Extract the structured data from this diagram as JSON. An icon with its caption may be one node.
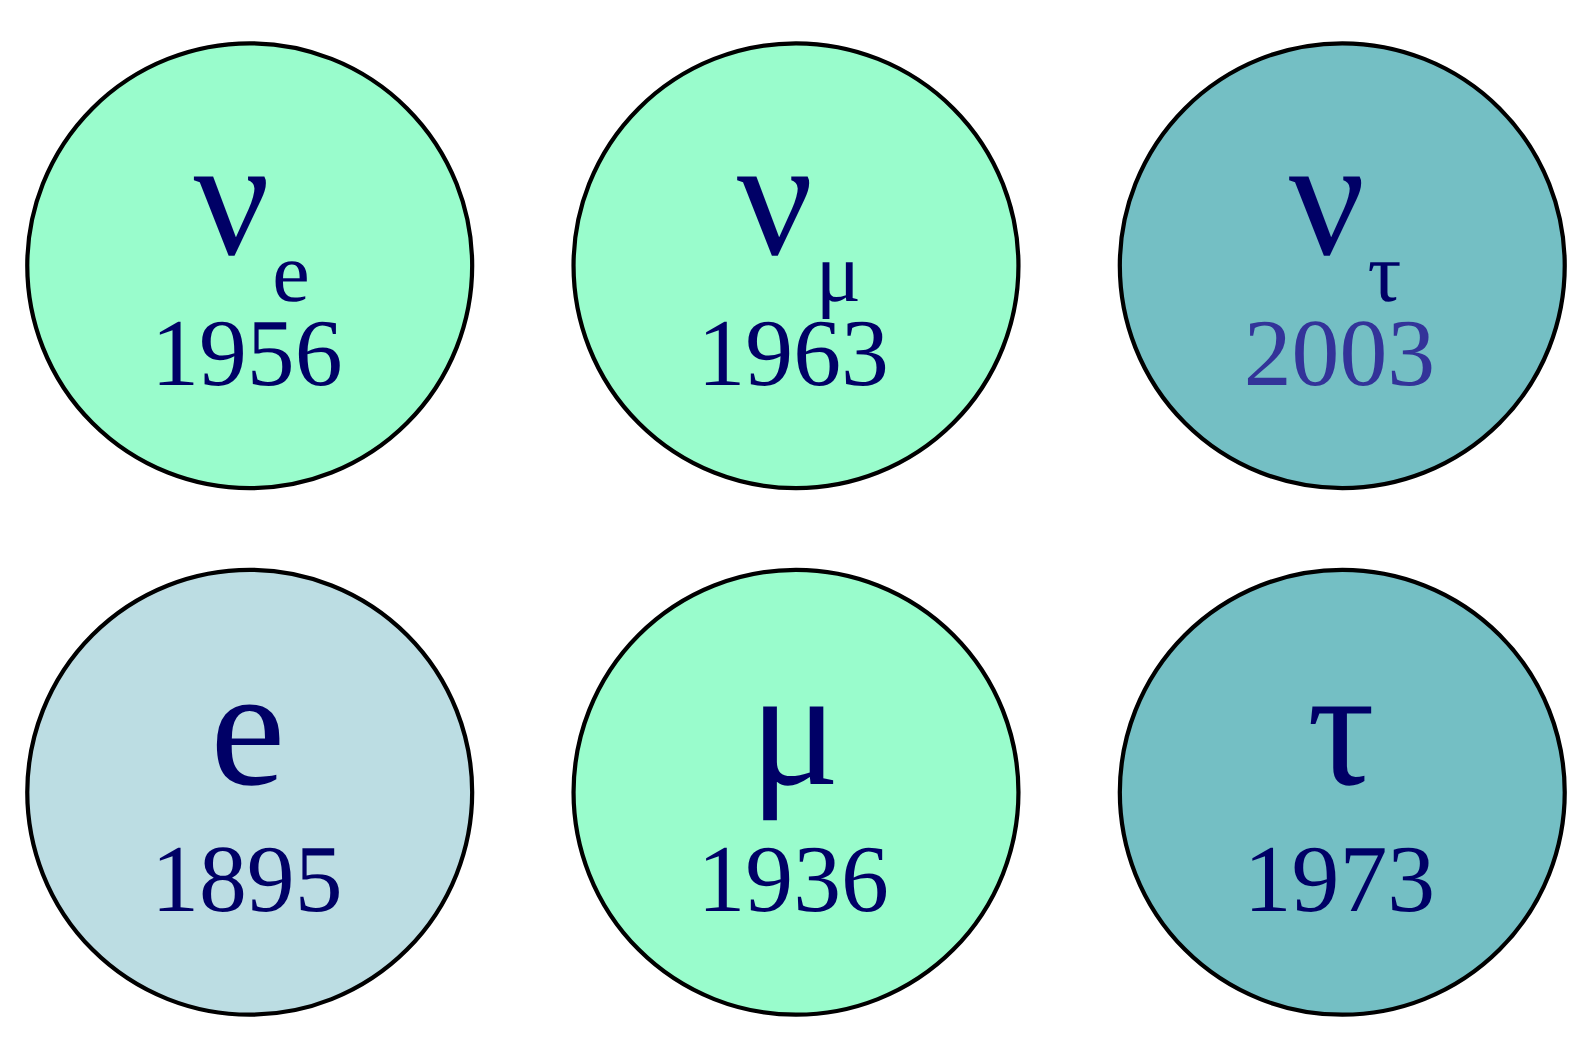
{
  "diagram": {
    "nodes": [
      {
        "text": [
          "ν$_{e}$",
          "1956"
        ]
      },
      {
        "text": [
          "ν$_{μ}$",
          "1963"
        ]
      },
      {
        "text": [
          "ν$_{τ}$",
          "2003"
        ]
      },
      {
        "text": [
          "e",
          "1895"
        ]
      },
      {
        "text": [
          "μ",
          "1936"
        ]
      },
      {
        "text": [
          "τ",
          "1973"
        ]
      }
    ]
  }
}
